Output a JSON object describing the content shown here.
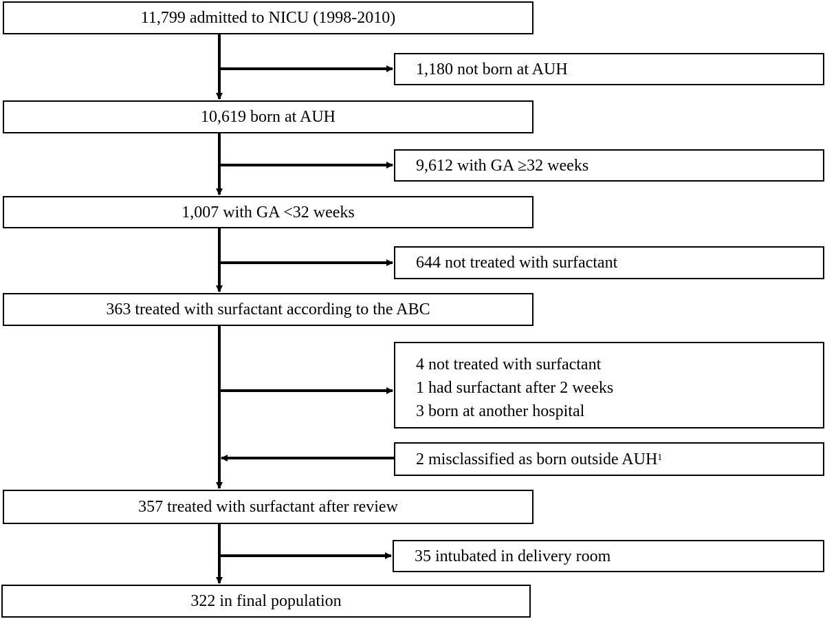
{
  "flow": {
    "box1": "11,799 admitted to NICU (1998-2010)",
    "ex1": "1,180 not born at AUH",
    "box2": "10,619 born at AUH",
    "ex2": "9,612 with GA ≥32 weeks",
    "box3": "1,007 with GA <32 weeks",
    "ex3": "644 not treated with surfactant",
    "box4": "363 treated with surfactant according to the ABC",
    "ex4": {
      "line1": "4 not treated with surfactant",
      "line2": "1 had surfactant after 2 weeks",
      "line3": "3 born at another hospital"
    },
    "in5": "2 misclassified as born outside AUH",
    "in5_sup": "1",
    "box5": "357 treated with surfactant after review",
    "ex5": "35 intubated in delivery room",
    "box6": "322 in final population"
  }
}
